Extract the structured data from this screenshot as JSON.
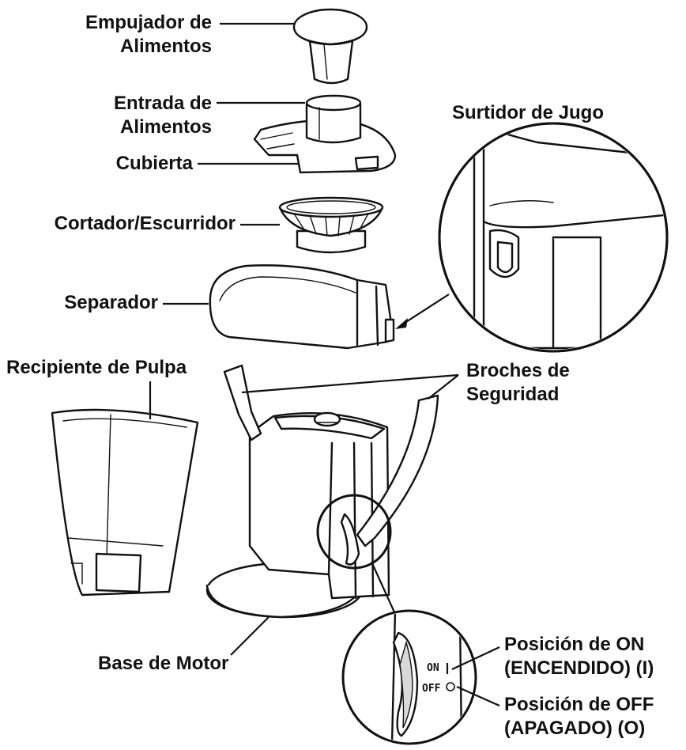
{
  "labels": {
    "food_pusher_line1": "Empujador de",
    "food_pusher_line2": "Alimentos",
    "food_chute_line1": "Entrada de",
    "food_chute_line2": "Alimentos",
    "cover": "Cubierta",
    "cutter_strainer": "Cortador/Escurridor",
    "separator": "Separador",
    "juice_spout": "Surtidor de Jugo",
    "pulp_bin": "Recipiente de Pulpa",
    "safety_clips_line1": "Broches de",
    "safety_clips_line2": "Seguridad",
    "motor_base": "Base de Motor",
    "on_position_line1": "Posición de ON",
    "on_position_line2": "(ENCENDIDO) (I)",
    "off_position_line1": "Posición de OFF",
    "off_position_line2": "(APAGADO) (O)"
  },
  "switch": {
    "on_text": "ON",
    "off_text": "OFF"
  }
}
